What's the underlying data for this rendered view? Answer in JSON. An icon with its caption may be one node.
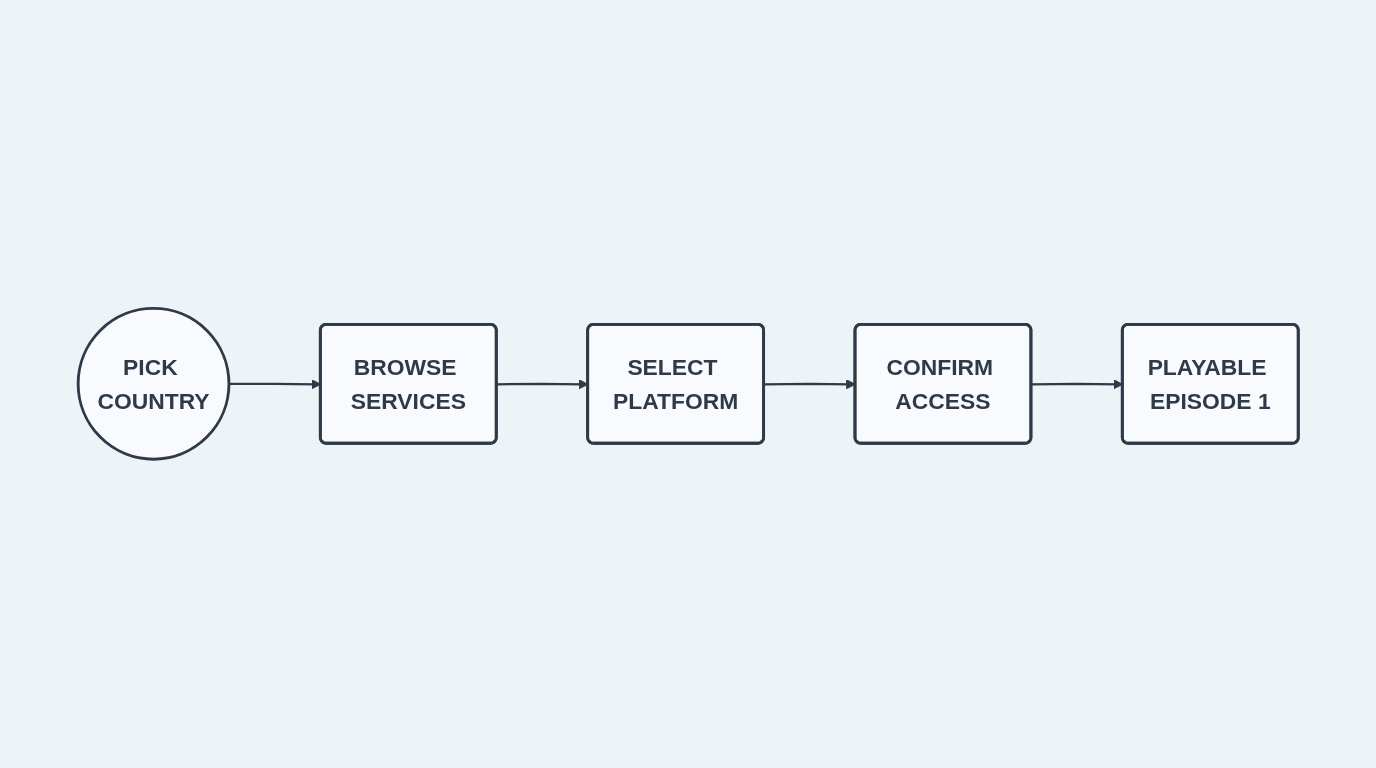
{
  "diagram": {
    "nodes": [
      {
        "text": [
          "PICK COUNTRY"
        ]
      },
      {
        "text": [
          "BROWSE SERVICES"
        ]
      },
      {
        "text": [
          "SELECT PLATFORM"
        ]
      },
      {
        "text": [
          "CONFIRM ACCESS"
        ]
      },
      {
        "text": [
          "PLAYABLE EPISODE 1"
        ]
      }
    ],
    "edges": [
      {
        "from": 0,
        "to": 1,
        "arrow": "to"
      },
      {
        "from": 1,
        "to": 2,
        "arrow": "to"
      },
      {
        "from": 2,
        "to": 3,
        "arrow": "to"
      },
      {
        "from": 3,
        "to": 4,
        "arrow": "to"
      }
    ]
  }
}
